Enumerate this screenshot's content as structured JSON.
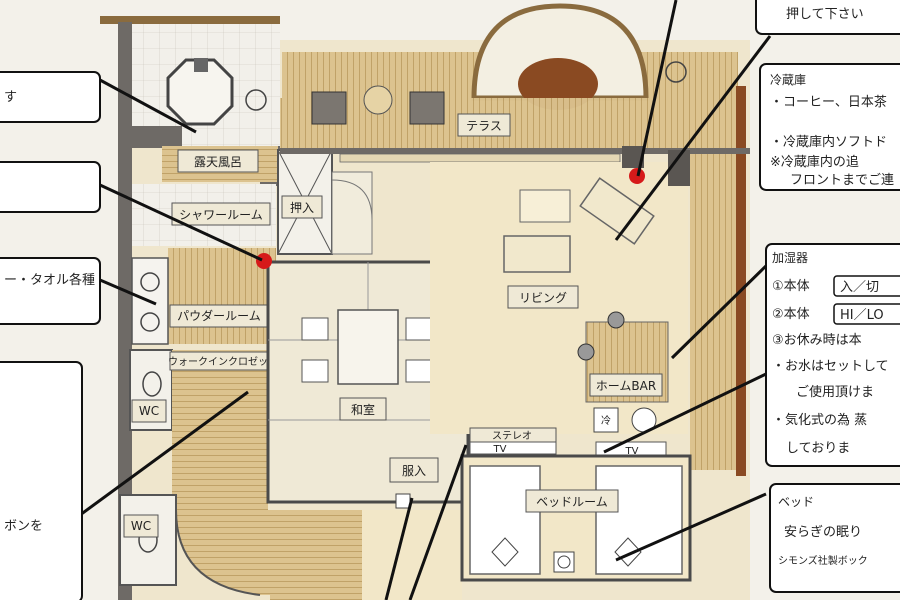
{
  "rooms": {
    "outdoor_bath": "露天風呂",
    "shower_room": "シャワールーム",
    "closet": "押入",
    "terrace": "テラス",
    "powder_room": "パウダールーム",
    "walk_in_closet": "ウォークインクロゼット",
    "wc_1": "WC",
    "wc_2": "WC",
    "washitsu": "和室",
    "living": "リビング",
    "storage": "服入",
    "home_bar": "ホームBAR",
    "stereo": "ステレオ",
    "tv_1": "TV",
    "tv_2": "TV",
    "bedroom": "ベッドルーム",
    "fridge_mark": "冷"
  },
  "callouts": {
    "left_1": "す",
    "left_2": "ー・タオル各種",
    "left_3": "ボンを",
    "top_right": "押して下さい",
    "fridge": {
      "title": "冷蔵庫",
      "lines": [
        "・コーヒー、日本茶",
        "・冷蔵庫内ソフトド",
        "※冷蔵庫内の追",
        "フロントまでご連"
      ]
    },
    "humidifier": {
      "title": "加湿器",
      "lines": [
        "①本体",
        "②本体",
        "③お休み時は本",
        "・お水はセットして",
        "ご使用頂けま",
        "・気化式の為 蒸",
        "しておりま"
      ],
      "btn_1": "入／切",
      "btn_2": "HI／LO"
    },
    "bed": {
      "title": "ベッド",
      "lines": [
        "安らぎの眠り",
        "シモンズ社製ボック"
      ]
    }
  },
  "colors": {
    "background": "#f3f1ea",
    "wall": "#555555",
    "floor_wood": "#d9c08a",
    "floor_tatami": "#efe9d6",
    "floor_living": "#f2e7c8",
    "accent_red": "#d61a1a",
    "terrace_brown": "#8a4a22"
  }
}
